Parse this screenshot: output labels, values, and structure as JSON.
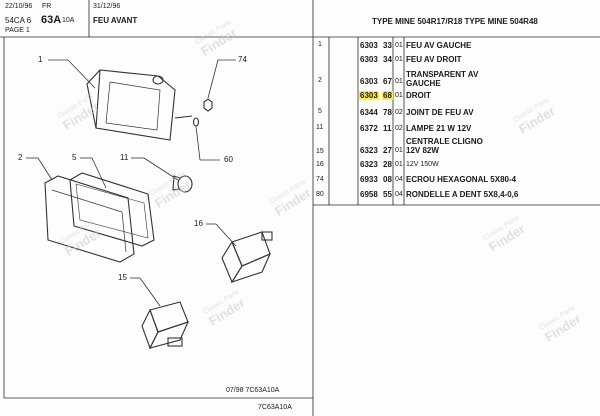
{
  "header": {
    "date": "22/10/96",
    "lang": "FR",
    "code_prefix": "54CA 6",
    "code_main": "63A",
    "code_suffix": "10A",
    "page": "PAGE 1",
    "date2": "31/12/96",
    "title": "FEU AVANT",
    "type_mine": "TYPE MINE 504R17/R18 TYPE MINE 504R48"
  },
  "parts": [
    {
      "ref": "1",
      "num": "6303",
      "suf": "33",
      "qty": "01",
      "label": "FEU AV GAUCHE",
      "highlight": false
    },
    {
      "ref": "",
      "num": "6303",
      "suf": "34",
      "qty": "01",
      "label": "FEU AV DROIT",
      "highlight": false
    },
    {
      "ref": "2",
      "num": "6303",
      "suf": "67",
      "qty": "01",
      "label": "TRANSPARENT AV GAUCHE",
      "highlight": false
    },
    {
      "ref": "",
      "num": "6303",
      "suf": "68",
      "qty": "01",
      "label": "DROIT",
      "highlight": true
    },
    {
      "ref": "5",
      "num": "6344",
      "suf": "78",
      "qty": "02",
      "label": "JOINT DE FEU AV",
      "highlight": false
    },
    {
      "ref": "11",
      "num": "6372",
      "suf": "11",
      "qty": "02",
      "label": "LAMPE 21 W 12V",
      "highlight": false
    },
    {
      "ref": "15",
      "num": "6323",
      "suf": "27",
      "qty": "01",
      "label": "CENTRALE CLIGNO 12V 82W",
      "highlight": false
    },
    {
      "ref": "16",
      "num": "6323",
      "suf": "28",
      "qty": "01",
      "label": "12V 150W",
      "highlight": false
    },
    {
      "ref": "74",
      "num": "6933",
      "suf": "08",
      "qty": "04",
      "label": "ECROU HEXAGONAL 5X80-4",
      "highlight": false
    },
    {
      "ref": "80",
      "num": "6958",
      "suf": "55",
      "qty": "04",
      "label": "RONDELLE A DENT 5X8,4-0,6",
      "highlight": false
    }
  ],
  "callouts": [
    "1",
    "74",
    "2",
    "5",
    "11",
    "60",
    "16",
    "15"
  ],
  "footer": {
    "line1": "07/98  7C63A10A",
    "line2": "7C63A10A"
  },
  "watermark": {
    "line1": "Classic Parts",
    "line2": "Finder"
  }
}
